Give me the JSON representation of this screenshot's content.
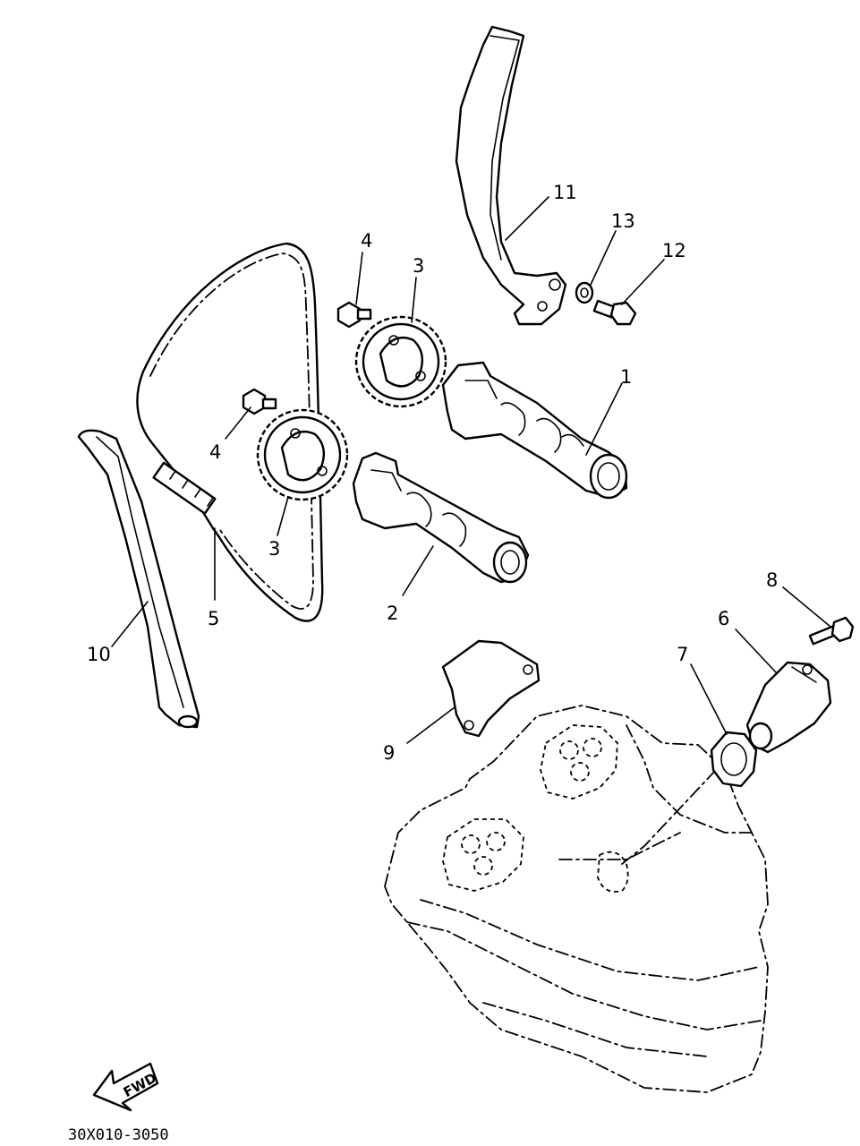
{
  "callouts": [
    {
      "id": "c1",
      "text": "1"
    },
    {
      "id": "c2",
      "text": "2"
    },
    {
      "id": "c3a",
      "text": "3"
    },
    {
      "id": "c3b",
      "text": "3"
    },
    {
      "id": "c4a",
      "text": "4"
    },
    {
      "id": "c4b",
      "text": "4"
    },
    {
      "id": "c5",
      "text": "5"
    },
    {
      "id": "c6",
      "text": "6"
    },
    {
      "id": "c7",
      "text": "7"
    },
    {
      "id": "c8",
      "text": "8"
    },
    {
      "id": "c9",
      "text": "9"
    },
    {
      "id": "c10",
      "text": "10"
    },
    {
      "id": "c11",
      "text": "11"
    },
    {
      "id": "c12",
      "text": "12"
    },
    {
      "id": "c13",
      "text": "13"
    }
  ],
  "direction_arrow": {
    "label": "FWD",
    "icon": "fwd-arrow-icon"
  },
  "diagram_code": "30X010-3050"
}
